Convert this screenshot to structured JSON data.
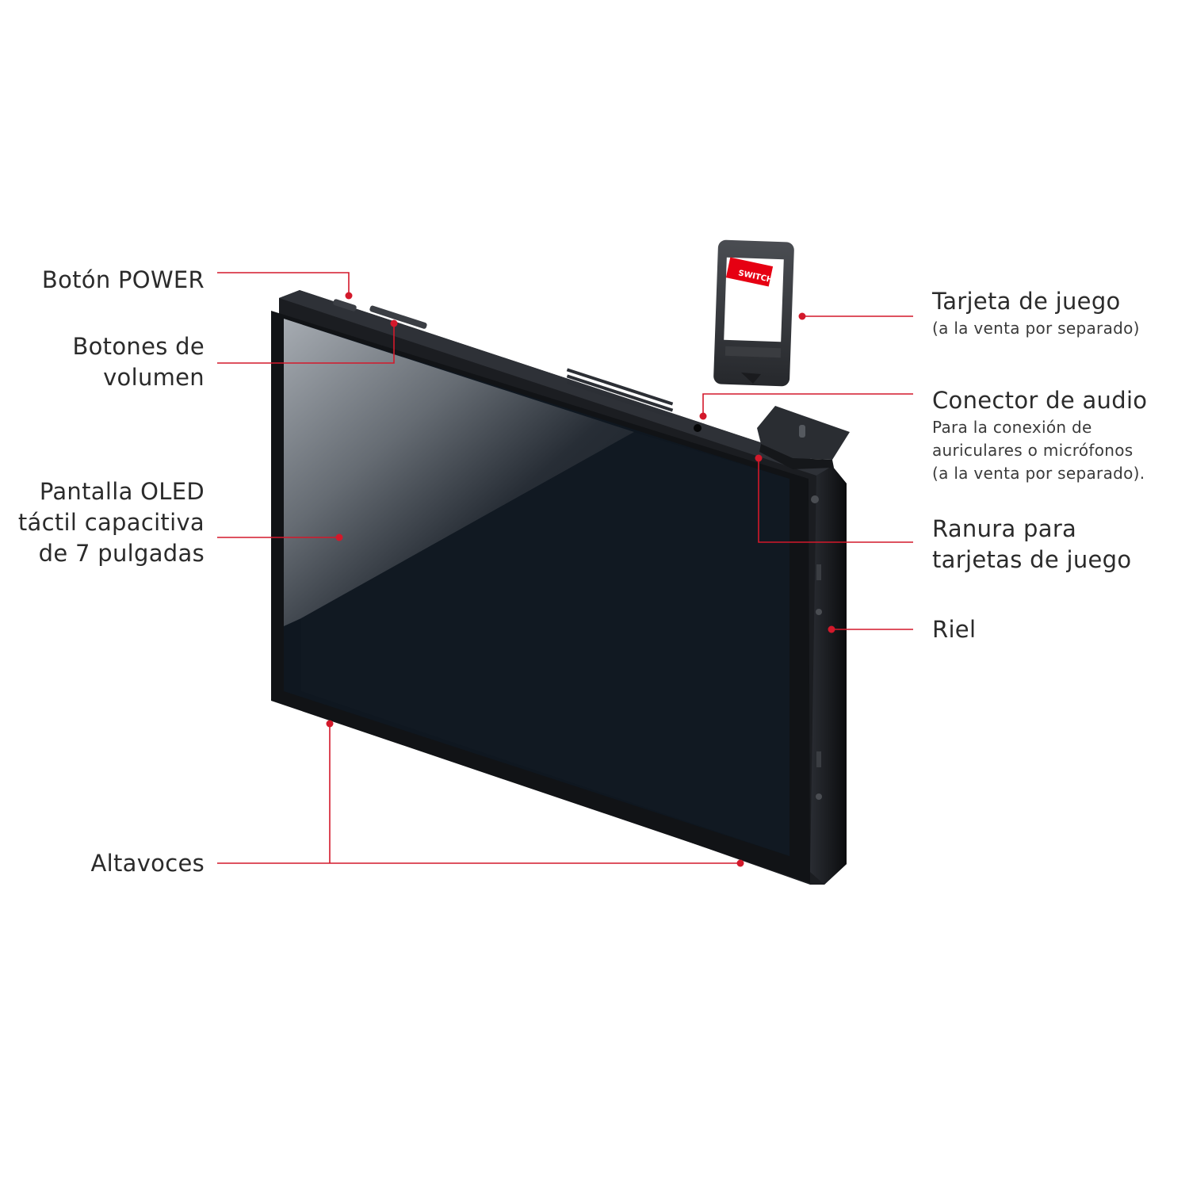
{
  "labels": {
    "power": "Botón POWER",
    "volume_line1": "Botones de",
    "volume_line2": "volumen",
    "screen_line1": "Pantalla OLED",
    "screen_line2": "táctil capacitiva",
    "screen_line3": "de 7 pulgadas",
    "speakers": "Altavoces",
    "game_card": "Tarjeta de juego",
    "game_card_note": "(a la venta por separado)",
    "audio": "Conector de audio",
    "audio_note_line1": "Para la conexión de",
    "audio_note_line2": "auriculares o micrófonos",
    "audio_note_line3": "(a la venta por separado).",
    "card_slot_line1": "Ranura para",
    "card_slot_line2": "tarjetas de juego",
    "rail": "Riel"
  },
  "card": {
    "brand": "SWITCH"
  },
  "colors": {
    "callout": "#d3192b",
    "device_body": "#121418",
    "screen": "#0f1720",
    "card_red": "#e60012"
  }
}
